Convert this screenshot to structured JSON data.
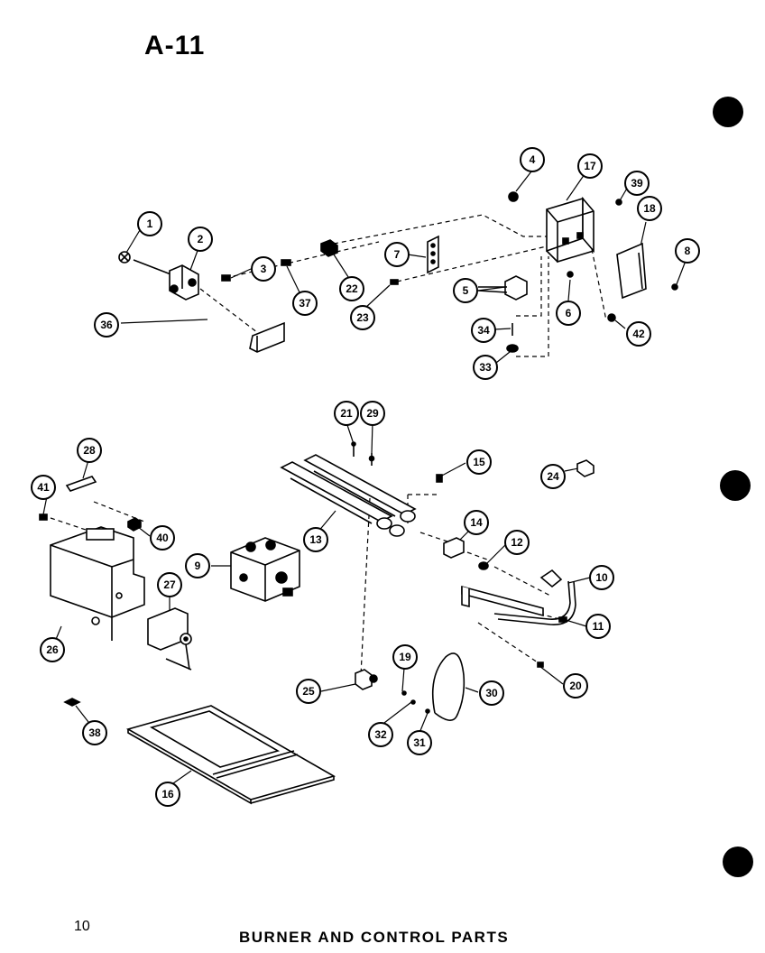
{
  "header": {
    "page_code": "A-11"
  },
  "footer": {
    "page_number": "10",
    "caption": "BURNER AND CONTROL PARTS"
  },
  "callouts": [
    {
      "id": "callout-1",
      "number": "1"
    },
    {
      "id": "callout-2",
      "number": "2"
    },
    {
      "id": "callout-3",
      "number": "3"
    },
    {
      "id": "callout-37",
      "number": "37"
    },
    {
      "id": "callout-22",
      "number": "22"
    },
    {
      "id": "callout-7",
      "number": "7"
    },
    {
      "id": "callout-23",
      "number": "23"
    },
    {
      "id": "callout-5",
      "number": "5"
    },
    {
      "id": "callout-4",
      "number": "4"
    },
    {
      "id": "callout-17",
      "number": "17"
    },
    {
      "id": "callout-39-top",
      "number": "39"
    },
    {
      "id": "callout-18",
      "number": "18"
    },
    {
      "id": "callout-8",
      "number": "8"
    },
    {
      "id": "callout-6",
      "number": "6"
    },
    {
      "id": "callout-34",
      "number": "34"
    },
    {
      "id": "callout-33",
      "number": "33"
    },
    {
      "id": "callout-42",
      "number": "42"
    },
    {
      "id": "callout-36",
      "number": "36"
    },
    {
      "id": "callout-21",
      "number": "21"
    },
    {
      "id": "callout-29",
      "number": "29"
    },
    {
      "id": "callout-15",
      "number": "15"
    },
    {
      "id": "callout-24",
      "number": "24"
    },
    {
      "id": "callout-28",
      "number": "28"
    },
    {
      "id": "callout-41",
      "number": "41"
    },
    {
      "id": "callout-40",
      "number": "40"
    },
    {
      "id": "callout-13",
      "number": "13"
    },
    {
      "id": "callout-14",
      "number": "14"
    },
    {
      "id": "callout-12",
      "number": "12"
    },
    {
      "id": "callout-10",
      "number": "10"
    },
    {
      "id": "callout-11",
      "number": "11"
    },
    {
      "id": "callout-9",
      "number": "9"
    },
    {
      "id": "callout-27",
      "number": "27"
    },
    {
      "id": "callout-26",
      "number": "26"
    },
    {
      "id": "callout-20",
      "number": "20"
    },
    {
      "id": "callout-19",
      "number": "19"
    },
    {
      "id": "callout-25",
      "number": "25"
    },
    {
      "id": "callout-30",
      "number": "30"
    },
    {
      "id": "callout-32",
      "number": "32"
    },
    {
      "id": "callout-31",
      "number": "31"
    },
    {
      "id": "callout-38",
      "number": "38"
    },
    {
      "id": "callout-16",
      "number": "16"
    }
  ]
}
